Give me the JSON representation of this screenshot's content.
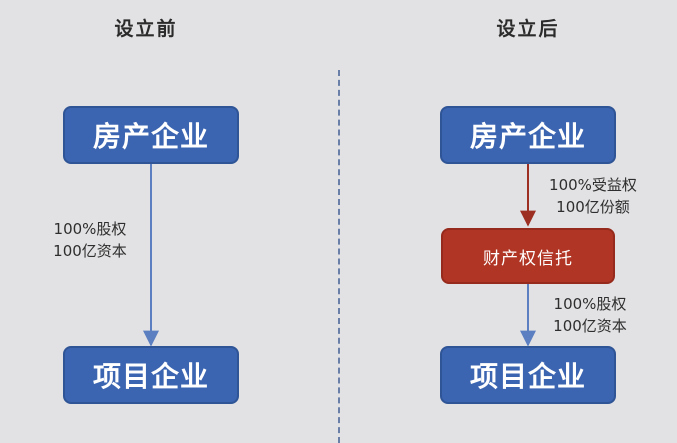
{
  "left_panel": {
    "heading": "设立前",
    "top_node": "房产企业",
    "edge_label_line1": "100%股权",
    "edge_label_line2": "100亿资本",
    "bottom_node": "项目企业"
  },
  "right_panel": {
    "heading": "设立后",
    "top_node": "房产企业",
    "edge1_label_line1": "100%受益权",
    "edge1_label_line2": "100亿份额",
    "trust_node": "财产权信托",
    "edge2_label_line1": "100%股权",
    "edge2_label_line2": "100亿资本",
    "bottom_node": "项目企业"
  },
  "colors": {
    "background": "#e2e2e4",
    "node_blue": "#3b64b1",
    "node_red": "#b03524",
    "arrow_blue": "#5b7fc0",
    "arrow_red": "#9c2f22",
    "divider": "#6a7fa8"
  }
}
